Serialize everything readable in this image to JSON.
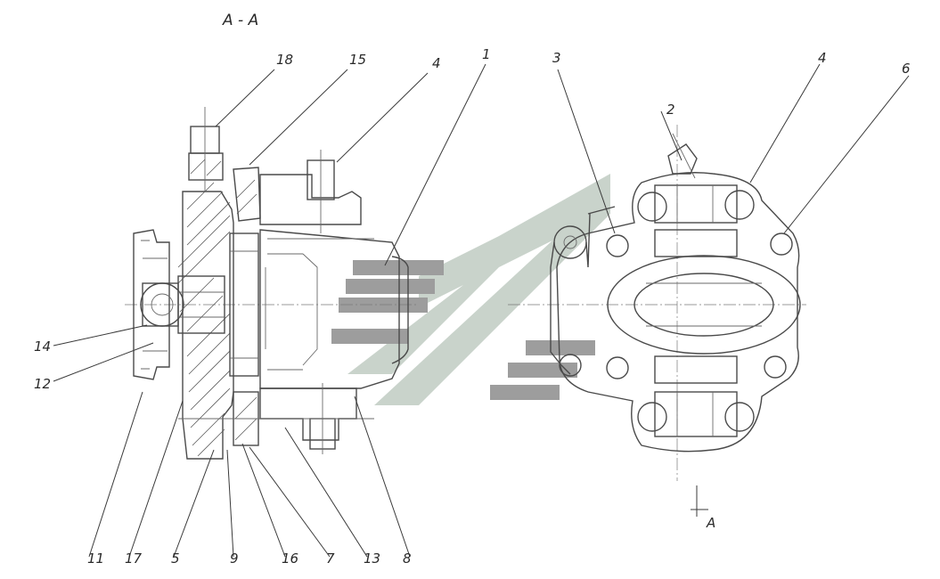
{
  "section_title": "A - A",
  "callouts": {
    "c18": "18",
    "c15": "15",
    "c4": "4",
    "c1": "1",
    "c3": "3",
    "c2": "2",
    "c4r": "4",
    "c6": "6",
    "c14": "14",
    "c12": "12",
    "c11": "11",
    "c17": "17",
    "c5": "5",
    "c9": "9",
    "c16": "16",
    "c7": "7",
    "c13": "13",
    "c8": "8",
    "a_mark": "A"
  },
  "colors": {
    "line": "#4a4a4a",
    "watermark_gray": "#9a9a9a",
    "watermark_green": "#b9c6bd"
  }
}
